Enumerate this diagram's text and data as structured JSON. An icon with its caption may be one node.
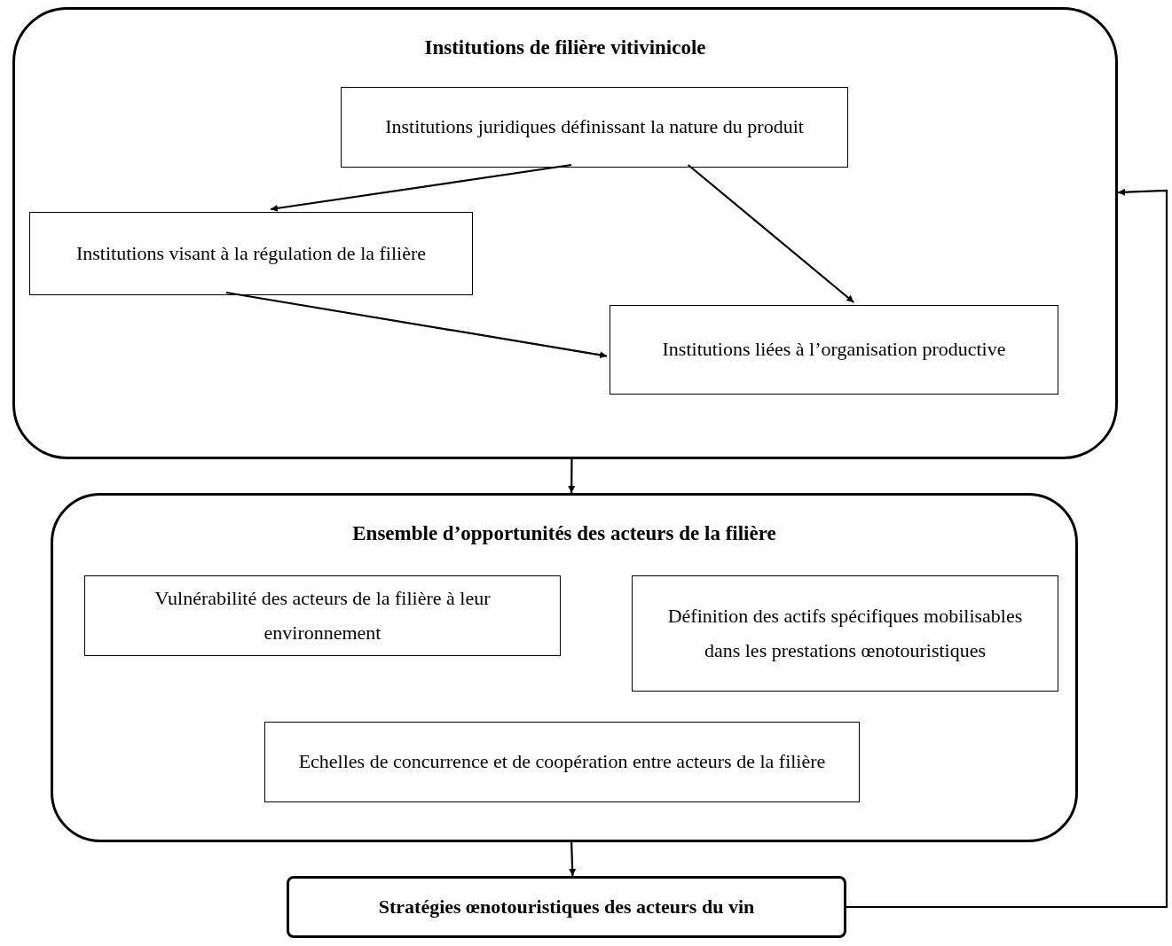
{
  "diagram": {
    "nodes": [
      {
        "text": [
          "Institutions de filière vitivinicole"
        ]
      },
      {
        "text": [
          "Institutions juridiques définissant la nature du produit"
        ],
        "in": 0
      },
      {
        "text": [
          "Institutions visant à la régulation de la filière"
        ],
        "in": 0
      },
      {
        "text": [
          "Institutions liées à l’organisation productive"
        ],
        "in": 0
      },
      {
        "text": [
          "Ensemble d’opportunités des acteurs de la filière"
        ]
      },
      {
        "text": [
          "Vulnérabilité des acteurs de la filière à leur environnement"
        ],
        "in": 4
      },
      {
        "text": [
          "Définition des actifs spécifiques mobilisables dans les prestations œnotouristiques"
        ],
        "in": 4
      },
      {
        "text": [
          "Echelles de concurrence et de coopération entre acteurs de la filière"
        ],
        "in": 4
      },
      {
        "text": [
          "Stratégies œnotouristiques des acteurs du vin"
        ]
      }
    ],
    "edges": [
      {
        "from": 1,
        "to": 2,
        "arrow": "to"
      },
      {
        "from": 1,
        "to": 3,
        "arrow": "to"
      },
      {
        "from": 2,
        "to": 3,
        "arrow": "to"
      },
      {
        "from": 0,
        "to": 4,
        "arrow": "to"
      },
      {
        "from": 4,
        "to": 8,
        "arrow": "to"
      },
      {
        "from": 8,
        "to": 0,
        "arrow": "to"
      }
    ]
  }
}
